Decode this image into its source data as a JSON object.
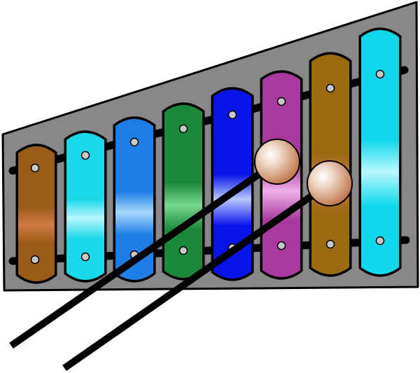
{
  "illustration": {
    "subject": "xylophone-with-mallets",
    "colors": {
      "frame": "#888888",
      "outline": "#000000",
      "rail": "#000000",
      "screw": "#c8c8c8",
      "mallet_stick": "#000000",
      "mallet_head": "#b86a3c"
    },
    "bars": [
      {
        "name": "bar-1",
        "color": "#9a5a18",
        "highlight": "#d07a40"
      },
      {
        "name": "bar-2",
        "color": "#1ad8e8",
        "highlight": "#b8f6fc"
      },
      {
        "name": "bar-3",
        "color": "#1e7ee6",
        "highlight": "#a8d8ff"
      },
      {
        "name": "bar-4",
        "color": "#1a8a3a",
        "highlight": "#78d890"
      },
      {
        "name": "bar-5",
        "color": "#0a14e8",
        "highlight": "#b8c8ff"
      },
      {
        "name": "bar-6",
        "color": "#a83a9e",
        "highlight": "#f0b0e8"
      },
      {
        "name": "bar-7",
        "color": "#9a6a10",
        "highlight": "#d07a48"
      },
      {
        "name": "bar-8",
        "color": "#10d8ec",
        "highlight": "#b8f8ff"
      }
    ],
    "mallets": [
      {
        "name": "mallet-left"
      },
      {
        "name": "mallet-right"
      }
    ]
  }
}
